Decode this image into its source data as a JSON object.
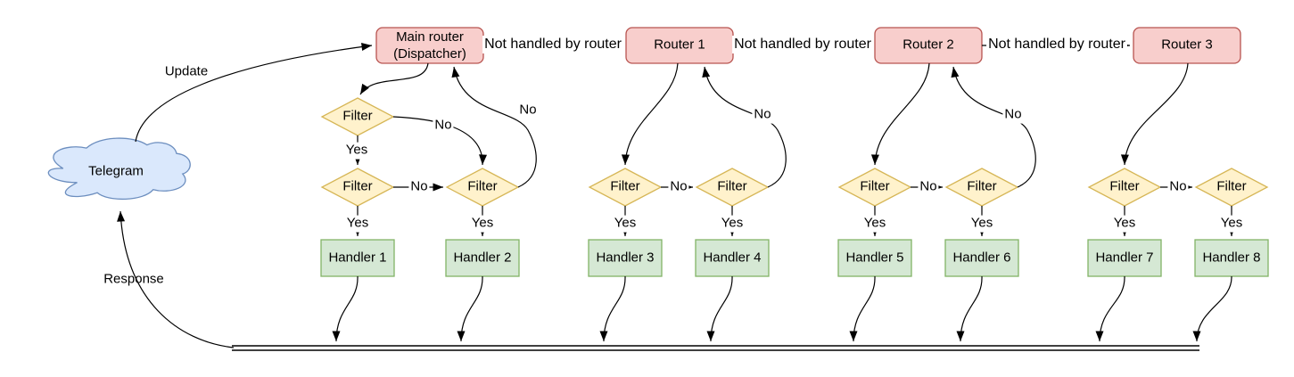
{
  "diagram": {
    "cloud_label": "Telegram",
    "routers": [
      "Main router\n(Dispatcher)",
      "Router 1",
      "Router 2",
      "Router 3"
    ],
    "filter_label": "Filter",
    "handlers": [
      "Handler 1",
      "Handler 2",
      "Handler 3",
      "Handler 4",
      "Handler 5",
      "Handler 6",
      "Handler 7",
      "Handler 8"
    ],
    "edge_labels": {
      "update": "Update",
      "response": "Response",
      "not_handled": "Not handled by router",
      "yes": "Yes",
      "no": "No"
    },
    "colors": {
      "router_fill": "#f8cecc",
      "router_stroke": "#b85450",
      "filter_fill": "#fff2cc",
      "filter_stroke": "#d6b656",
      "handler_fill": "#d5e8d4",
      "handler_stroke": "#82b366",
      "cloud_fill": "#dae8fc",
      "cloud_stroke": "#6c8ebf",
      "line": "#000000",
      "background": "#ffffff"
    }
  }
}
